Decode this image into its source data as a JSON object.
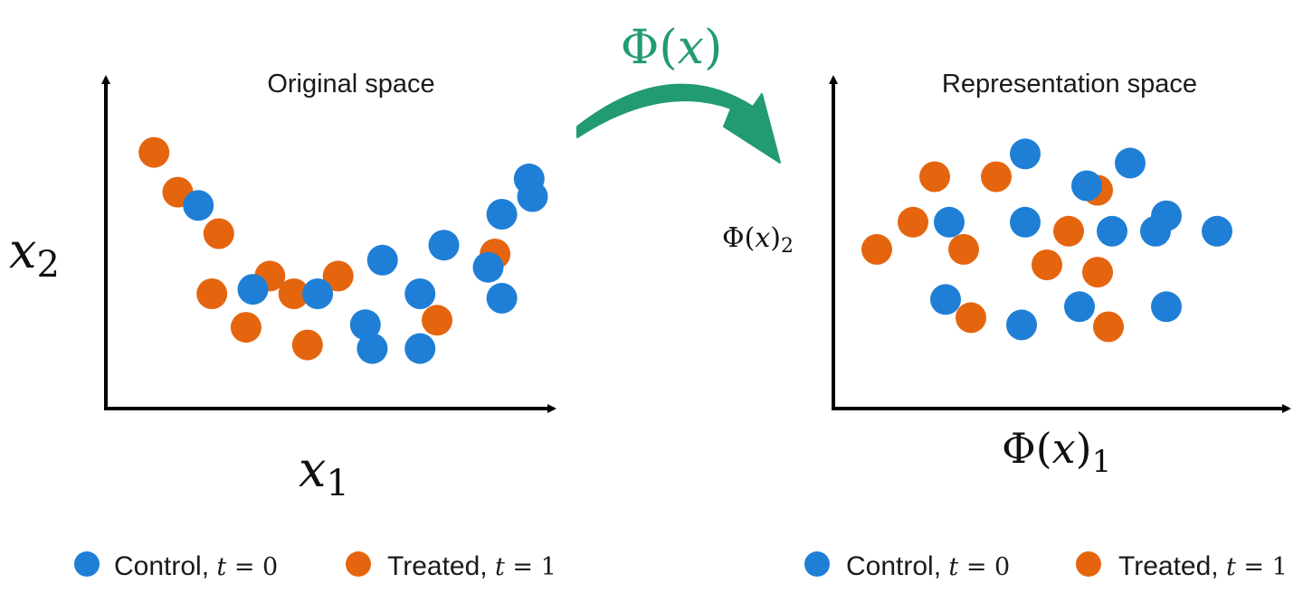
{
  "colors": {
    "control": "#1f7fd6",
    "treated": "#e5650f",
    "transform": "#229a74",
    "axis": "#000000"
  },
  "left_panel": {
    "title": "Original space",
    "xlabel_var": "x",
    "xlabel_sub": "1",
    "ylabel_var": "x",
    "ylabel_sub": "2",
    "control_points": [
      [
        1.05,
        2.3
      ],
      [
        1.85,
        1.35
      ],
      [
        2.8,
        1.3
      ],
      [
        3.5,
        0.95
      ],
      [
        3.75,
        1.68
      ],
      [
        4.3,
        1.3
      ],
      [
        3.6,
        0.68
      ],
      [
        4.3,
        0.68
      ],
      [
        4.65,
        1.85
      ],
      [
        5.3,
        1.6
      ],
      [
        5.5,
        2.2
      ],
      [
        5.9,
        2.6
      ],
      [
        5.5,
        1.25
      ],
      [
        5.95,
        2.4
      ]
    ],
    "treated_points": [
      [
        0.4,
        2.9
      ],
      [
        0.75,
        2.45
      ],
      [
        1.35,
        1.98
      ],
      [
        1.25,
        1.3
      ],
      [
        2.1,
        1.5
      ],
      [
        2.45,
        1.3
      ],
      [
        1.75,
        0.92
      ],
      [
        2.65,
        0.72
      ],
      [
        3.1,
        1.5
      ],
      [
        4.55,
        1.0
      ],
      [
        5.4,
        1.75
      ]
    ]
  },
  "transform": {
    "label_fn": "Φ",
    "label_arg": "x"
  },
  "right_panel": {
    "title": "Representation space",
    "xlabel_fn": "Φ",
    "xlabel_arg": "x",
    "xlabel_sub": "1",
    "ylabel_fn": "Φ",
    "ylabel_arg": "x",
    "ylabel_sub": "2",
    "control_points": [
      [
        2.35,
        2.8
      ],
      [
        1.3,
        2.05
      ],
      [
        1.25,
        1.2
      ],
      [
        2.35,
        2.05
      ],
      [
        3.2,
        2.45
      ],
      [
        3.55,
        1.95
      ],
      [
        3.8,
        2.7
      ],
      [
        4.15,
        1.95
      ],
      [
        4.3,
        2.12
      ],
      [
        3.1,
        1.12
      ],
      [
        2.3,
        0.92
      ],
      [
        4.3,
        1.12
      ],
      [
        5.0,
        1.95
      ]
    ],
    "treated_points": [
      [
        0.3,
        1.75
      ],
      [
        0.8,
        2.05
      ],
      [
        1.1,
        2.55
      ],
      [
        1.5,
        1.75
      ],
      [
        1.6,
        1.0
      ],
      [
        1.95,
        2.55
      ],
      [
        2.65,
        1.58
      ],
      [
        2.95,
        1.95
      ],
      [
        3.35,
        2.4
      ],
      [
        3.35,
        1.5
      ],
      [
        3.5,
        0.9
      ]
    ]
  },
  "legend_left": {
    "control_label": "Control, ",
    "control_var": "t",
    "control_eq": " = 0",
    "treated_label": "Treated, ",
    "treated_var": "t",
    "treated_eq": " = 1"
  },
  "legend_right": {
    "control_label": "Control, ",
    "control_var": "t",
    "control_eq": " = 0",
    "treated_label": "Treated, ",
    "treated_var": "t",
    "treated_eq": " = 1"
  }
}
